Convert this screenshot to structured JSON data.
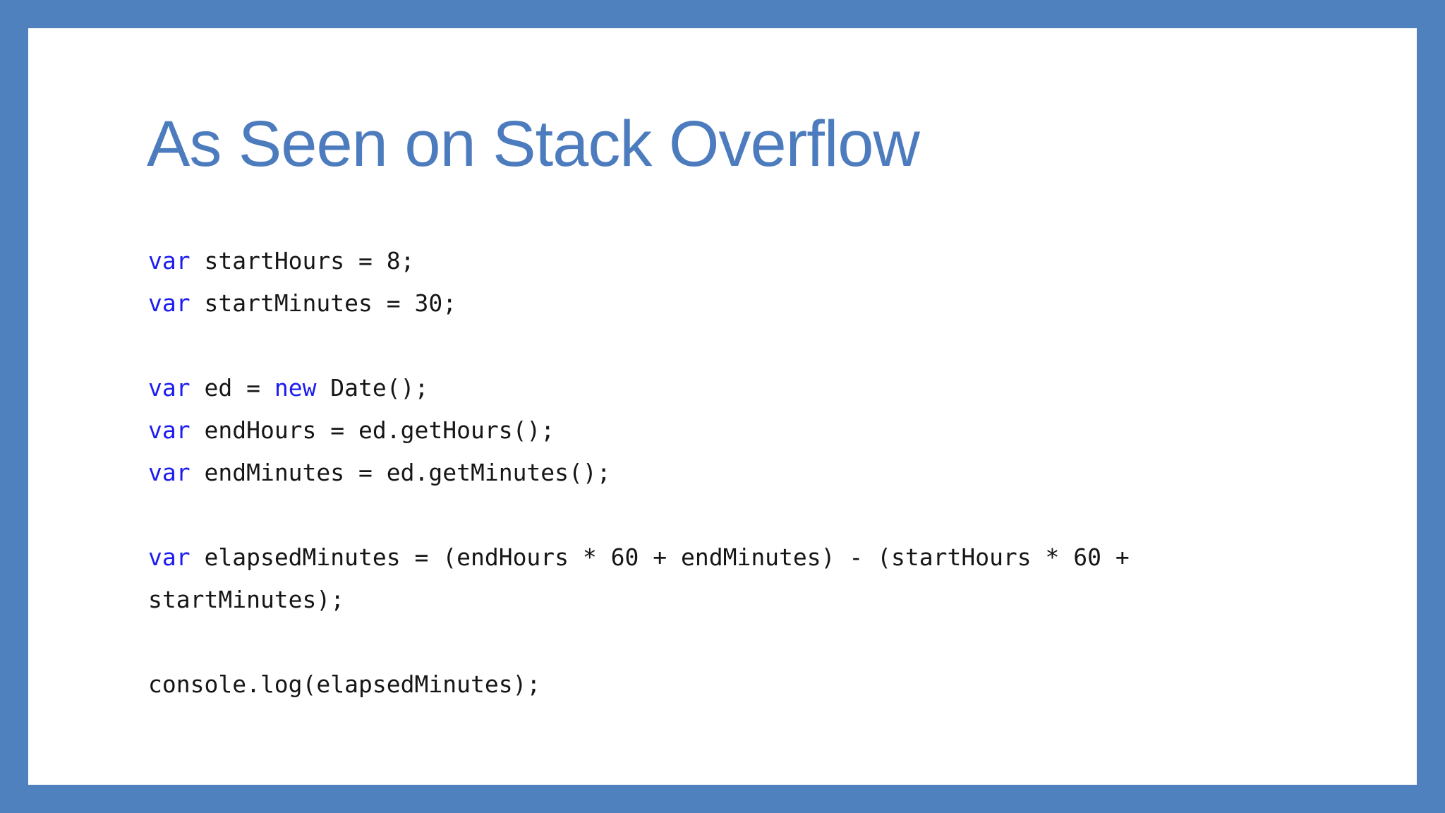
{
  "slide": {
    "title": "As Seen on Stack Overflow",
    "colors": {
      "frame": "#4f81be",
      "background": "#ffffff",
      "title": "#4d7cbe",
      "keyword": "#1c1cf0",
      "code_text": "#161616"
    },
    "code": {
      "language": "javascript",
      "lines": [
        {
          "segments": [
            {
              "text": "var",
              "keyword": true
            },
            {
              "text": " startHours = 8;",
              "keyword": false
            }
          ]
        },
        {
          "segments": [
            {
              "text": "var",
              "keyword": true
            },
            {
              "text": " startMinutes = 30;",
              "keyword": false
            }
          ]
        },
        {
          "segments": []
        },
        {
          "segments": [
            {
              "text": "var",
              "keyword": true
            },
            {
              "text": " ed = ",
              "keyword": false
            },
            {
              "text": "new",
              "keyword": true
            },
            {
              "text": " Date();",
              "keyword": false
            }
          ]
        },
        {
          "segments": [
            {
              "text": "var",
              "keyword": true
            },
            {
              "text": " endHours = ed.getHours();",
              "keyword": false
            }
          ]
        },
        {
          "segments": [
            {
              "text": "var",
              "keyword": true
            },
            {
              "text": " endMinutes = ed.getMinutes();",
              "keyword": false
            }
          ]
        },
        {
          "segments": []
        },
        {
          "segments": [
            {
              "text": "var",
              "keyword": true
            },
            {
              "text": " elapsedMinutes = (endHours * 60 + endMinutes) - (startHours * 60 +",
              "keyword": false
            }
          ]
        },
        {
          "segments": [
            {
              "text": "startMinutes);",
              "keyword": false
            }
          ]
        },
        {
          "segments": []
        },
        {
          "segments": [
            {
              "text": "console.log(elapsedMinutes);",
              "keyword": false
            }
          ]
        }
      ]
    }
  }
}
